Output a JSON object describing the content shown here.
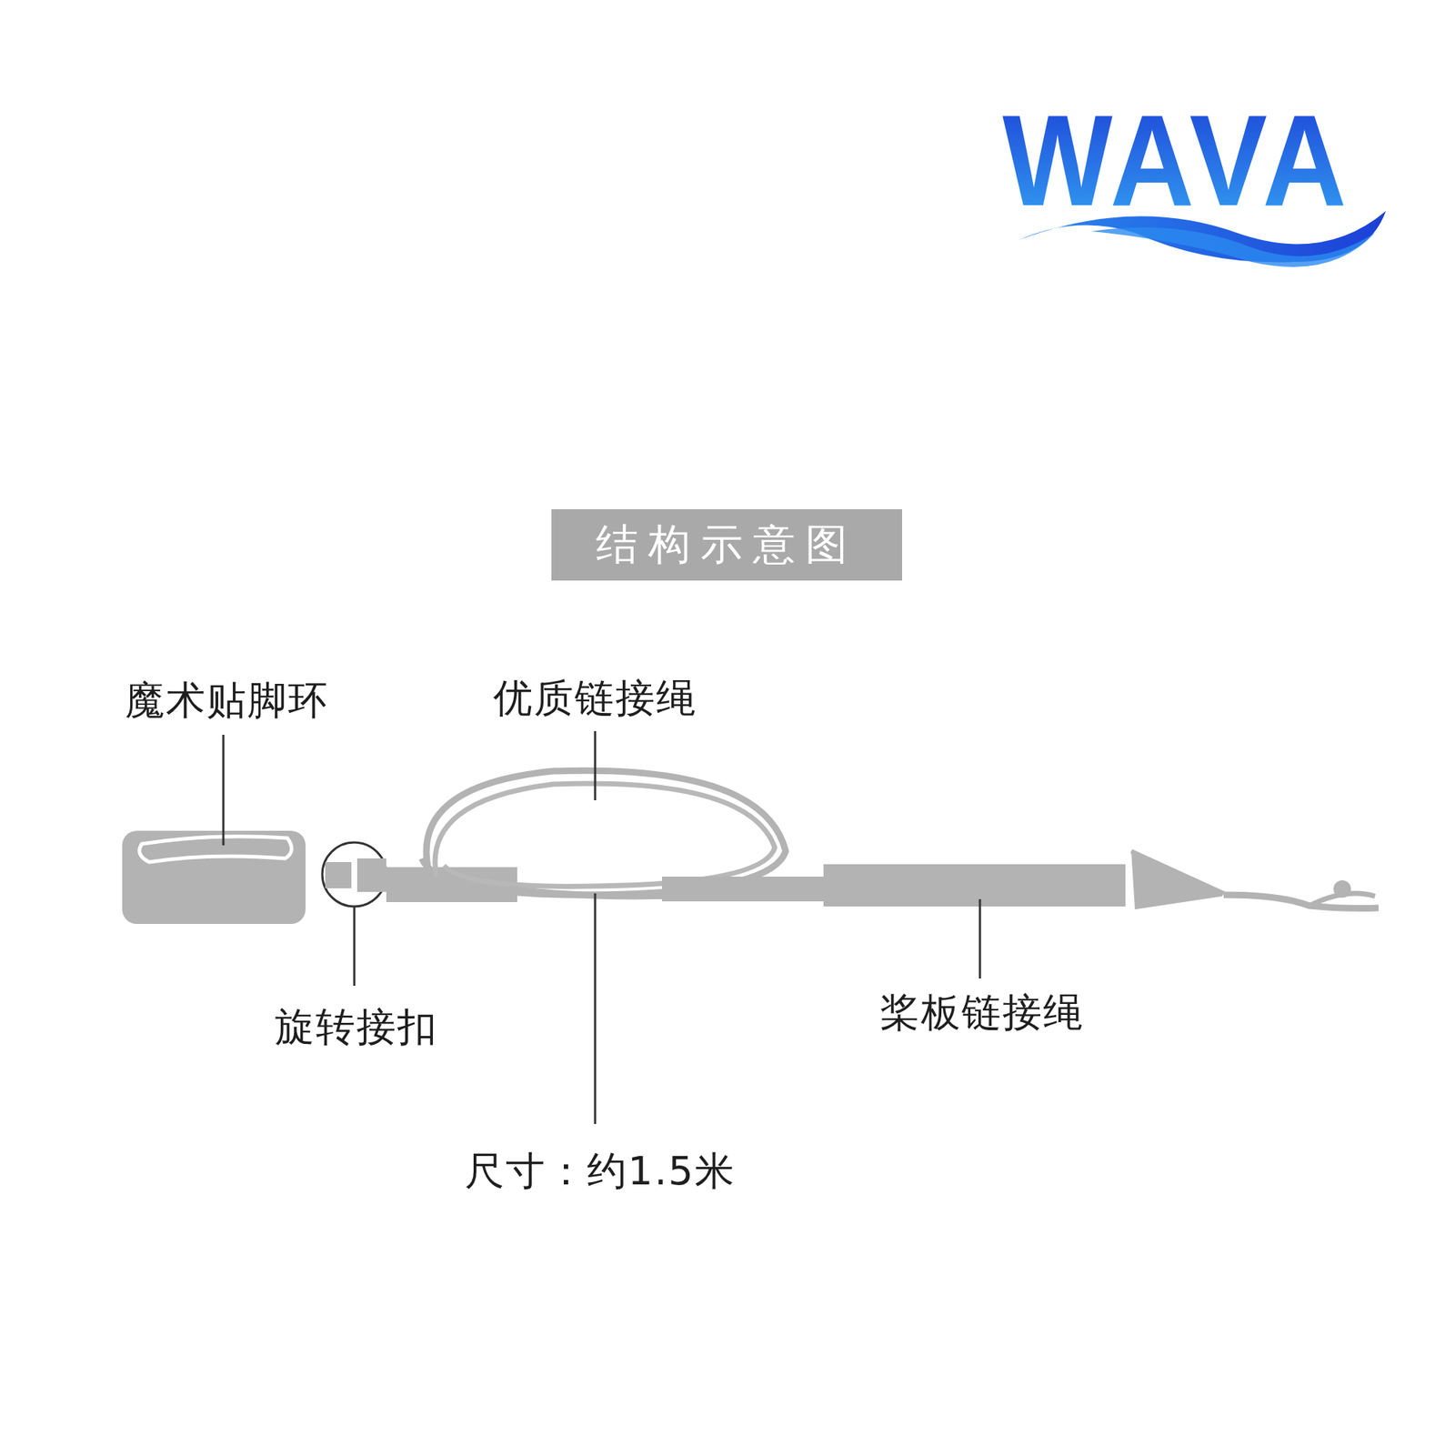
{
  "diagram": {
    "title": "结构示意图",
    "labels": [
      "WAVA",
      "魔术贴脚环",
      "优质链接绳",
      "旋转接扣",
      "桨板链接绳",
      "尺寸：约1.5米"
    ]
  }
}
